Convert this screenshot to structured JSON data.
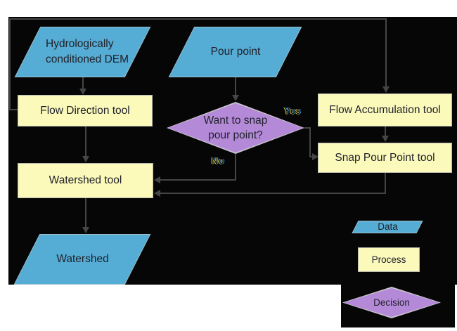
{
  "diagram": {
    "nodes": {
      "dem": {
        "label": "Hydrologically conditioned DEM",
        "type": "data"
      },
      "pour_point": {
        "label": "Pour point",
        "type": "data"
      },
      "flow_direction": {
        "label": "Flow Direction tool",
        "type": "process"
      },
      "flow_accumulation": {
        "label": "Flow Accumulation tool",
        "type": "process"
      },
      "snap_pour_point": {
        "label": "Snap Pour Point tool",
        "type": "process"
      },
      "decision": {
        "label": "Want to snap pour point?",
        "type": "decision"
      },
      "watershed_tool": {
        "label": "Watershed tool",
        "type": "process"
      },
      "watershed": {
        "label": "Watershed",
        "type": "data"
      }
    },
    "edge_labels": {
      "yes": "Yes",
      "no": "No"
    },
    "legend": {
      "data": "Data",
      "process": "Process",
      "decision": "Decision"
    },
    "colors": {
      "data_fill": "#55acd4",
      "process_fill": "#fbfabb",
      "decision_fill": "#b48ad8",
      "background": "#060606",
      "connector": "#454545"
    }
  }
}
